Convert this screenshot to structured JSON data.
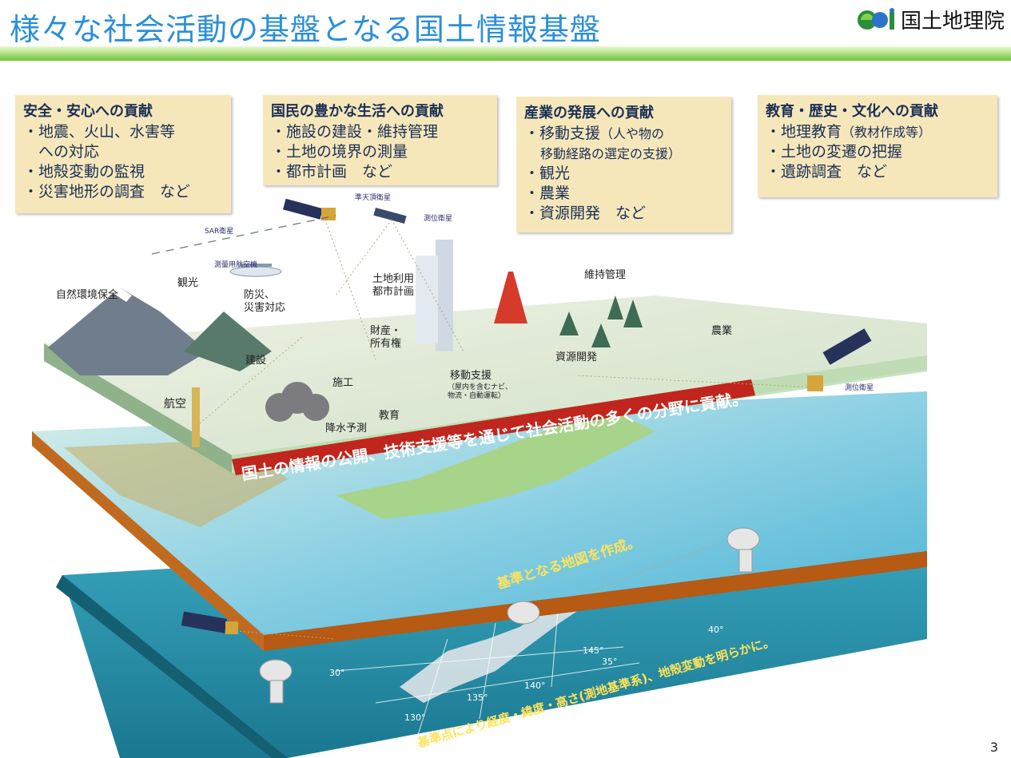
{
  "header": {
    "title": "様々な社会活動の基盤となる国土情報基盤",
    "logo_text": "国土地理院"
  },
  "boxes": [
    {
      "heading": "安全・安心への貢献",
      "items": [
        "・地震、火山、水害等",
        "　への対応",
        "・地殻変動の監視",
        "・災害地形の調査　など"
      ]
    },
    {
      "heading": "国民の豊かな生活への貢献",
      "items": [
        "・施設の建設・維持管理",
        "・土地の境界の測量",
        "・都市計画　など"
      ]
    },
    {
      "heading": "産業の発展への貢献",
      "items": [
        "・移動支援",
        "移動経路の選定の支援）",
        "・観光",
        "・農業",
        "・資源開発　など"
      ],
      "item0_suffix": "（人や物の"
    },
    {
      "heading": "教育・歴史・文化への貢献",
      "items": [
        "・地理教育",
        "・土地の変遷の把握",
        "・遺跡調査　など"
      ],
      "item0_suffix": "（教材作成等）"
    }
  ],
  "scene": {
    "satellites": {
      "sar": "SAR衛星",
      "qzs": "準天頂衛星",
      "gnss_top": "測位衛星",
      "gnss_right": "測位衛星",
      "aircraft": "測量用航空機"
    },
    "labels": {
      "nature": "自然環境保全",
      "tourism": "観光",
      "disaster": "防災、",
      "disaster2": "災害対応",
      "landuse": "土地利用",
      "landuse2": "都市計画",
      "maintenance": "維持管理",
      "agriculture": "農業",
      "property": "財産・",
      "property2": "所有権",
      "resource": "資源開発",
      "construction": "建設",
      "works": "施工",
      "mobility": "移動支援",
      "mobility_sub": "（屋内を含むナビ、",
      "mobility_sub2": "物流・自動運転）",
      "aviation": "航空",
      "education": "教育",
      "rainfall": "降水予測"
    },
    "banners": {
      "top": "国土の情報の公開、技術支援等を通じて社会活動の多くの分野に貢献。",
      "middle": "基準となる地図を作成。",
      "bottom": "基準点により経度・緯度・高さ(測地基準系)、地殻変動を明らかに。"
    },
    "degrees": {
      "lat40": "40°",
      "lat35": "35°",
      "lat30": "30°",
      "lon145": "145°",
      "lon140": "140°",
      "lon135": "135°",
      "lon130": "130°"
    }
  },
  "page_number": "3"
}
